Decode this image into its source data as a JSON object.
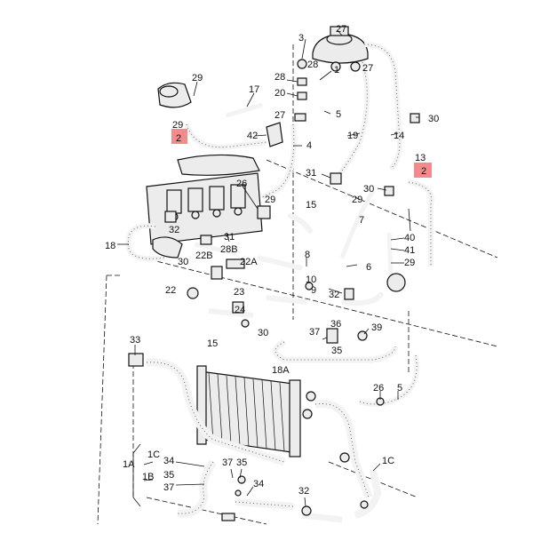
{
  "diagram": {
    "labels": {
      "l3": "3",
      "l27a": "27",
      "l29a": "29",
      "l28": "28",
      "l17": "17",
      "l20": "20",
      "l1": "1",
      "l27b": "27",
      "l5a": "5",
      "l30a": "30",
      "l29b": "29",
      "l42": "42",
      "l2a": "2",
      "l19": "19",
      "l14": "14",
      "l4": "4",
      "l13": "13",
      "l2b": "2",
      "l26a": "26",
      "l31a": "31",
      "l30b": "30",
      "l29c": "29",
      "l29d": "29",
      "l15a": "15",
      "l18": "18",
      "l32a": "32",
      "l31b": "31",
      "l7": "7",
      "l40": "40",
      "l41": "41",
      "l29e": "29",
      "l28B": "28B",
      "l30c": "30",
      "l22B": "22B",
      "l22A": "22A",
      "l8": "8",
      "l6": "6",
      "l10": "10",
      "l9": "9",
      "l32b": "32",
      "l22": "22",
      "l23": "23",
      "l24": "24",
      "l15b": "15",
      "l30d": "30",
      "l37a": "37",
      "l36": "36",
      "l39": "39",
      "l33": "33",
      "l35a": "35",
      "l18A": "18A",
      "l26b": "26",
      "l5b": "5",
      "l1C_left": "1C",
      "l1A": "1A",
      "l1B": "1B",
      "l34a": "34",
      "l35b": "35",
      "l37b": "37",
      "l35c": "35",
      "l34b": "34",
      "l32c": "32",
      "l1C_right": "1C"
    }
  }
}
